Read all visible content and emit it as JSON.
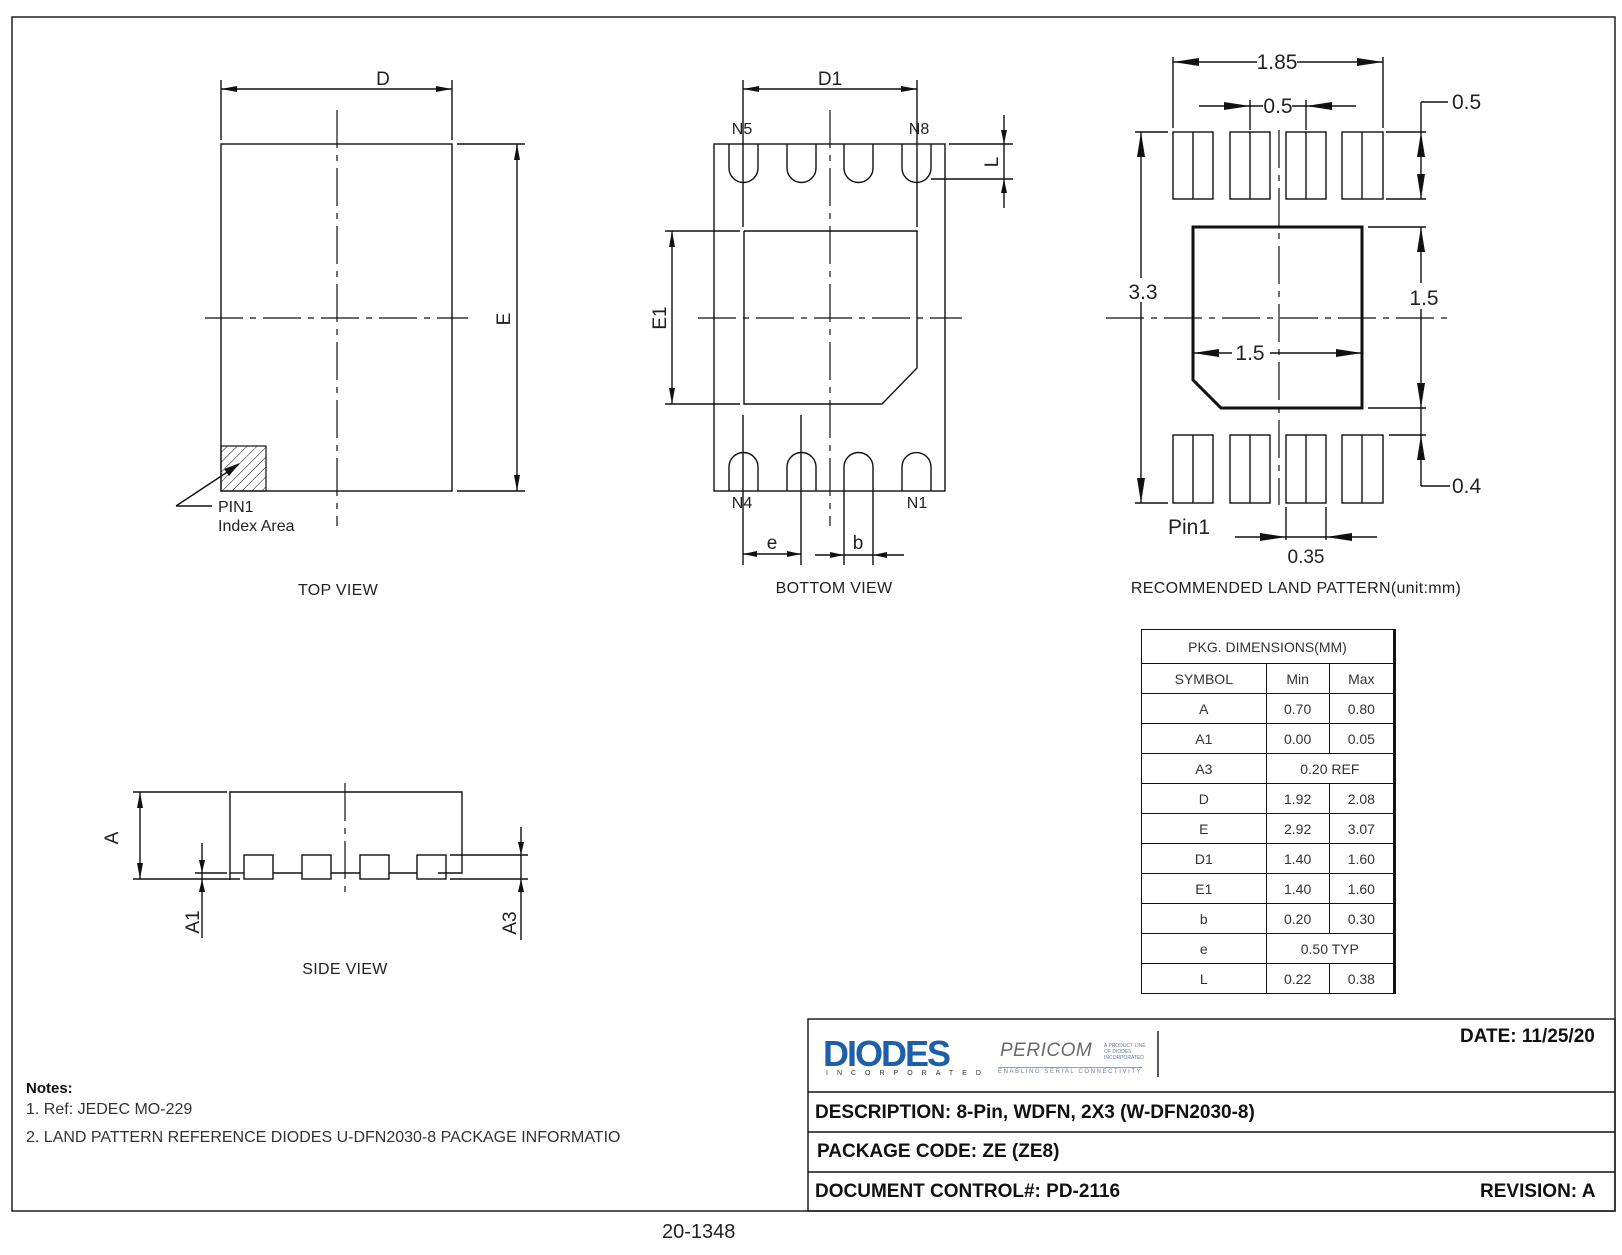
{
  "drawing": {
    "views": {
      "top": {
        "title": "TOP VIEW",
        "dim_width_label": "D",
        "dim_height_label": "E",
        "pin1_label_line1": "PIN1",
        "pin1_label_line2": "Index Area"
      },
      "bottom": {
        "title": "BOTTOM VIEW",
        "dim_width_label": "D1",
        "dim_height_label": "E1",
        "lead_length_label": "L",
        "pitch_label": "e",
        "lead_width_label": "b",
        "pin_labels": {
          "n5": "N5",
          "n8": "N8",
          "n4": "N4",
          "n1": "N1"
        }
      },
      "side": {
        "title": "SIDE VIEW",
        "height_label": "A",
        "standoff_label": "A1",
        "lead_thickness_label": "A3"
      },
      "land_pattern": {
        "title": "RECOMMENDED LAND PATTERN(unit:mm)",
        "overall_pad_span": "1.85",
        "pad_pitch": "0.5",
        "pad_length": "0.5",
        "overall_height": "3.3",
        "thermal_pad_height": "1.5",
        "thermal_pad_width": "1.5",
        "pad_to_thermal_gap": "0.4",
        "pad_width": "0.35",
        "pin1_label": "Pin1"
      }
    },
    "dimension_table": {
      "title": "PKG.   DIMENSIONS(MM)",
      "headers": [
        "SYMBOL",
        "Min",
        "Max"
      ],
      "rows": [
        {
          "symbol": "A",
          "min": "0.70",
          "max": "0.80"
        },
        {
          "symbol": "A1",
          "min": "0.00",
          "max": "0.05"
        },
        {
          "symbol": "A3",
          "span": "0.20 REF"
        },
        {
          "symbol": "D",
          "min": "1.92",
          "max": "2.08"
        },
        {
          "symbol": "E",
          "min": "2.92",
          "max": "3.07"
        },
        {
          "symbol": "D1",
          "min": "1.40",
          "max": "1.60"
        },
        {
          "symbol": "E1",
          "min": "1.40",
          "max": "1.60"
        },
        {
          "symbol": "b",
          "min": "0.20",
          "max": "0.30"
        },
        {
          "symbol": "e",
          "span": "0.50 TYP"
        },
        {
          "symbol": "L",
          "min": "0.22",
          "max": "0.38"
        }
      ]
    },
    "notes": {
      "title": "Notes:",
      "items": [
        "1. Ref: JEDEC  MO-229",
        "2. LAND PATTERN REFERENCE DIODES U-DFN2030-8 PACKAGE INFORMATIO"
      ]
    },
    "title_block": {
      "logo_primary": "DIODES",
      "logo_primary_sub": "INCORPORATED",
      "logo_secondary": "PERICOM",
      "logo_secondary_tag": "A PRODUCT LINE OF DIODES INCORPORATED",
      "logo_secondary_sub": "ENABLING SERIAL CONNECTIVITY",
      "date": "DATE: 11/25/20",
      "description": "DESCRIPTION:  8-Pin, WDFN, 2X3 (W-DFN2030-8)",
      "package_code": "PACKAGE CODE:  ZE  (ZE8)",
      "document_control": "DOCUMENT CONTROL#: PD-2116",
      "revision": "REVISION: A"
    },
    "page_number": "20-1348"
  }
}
